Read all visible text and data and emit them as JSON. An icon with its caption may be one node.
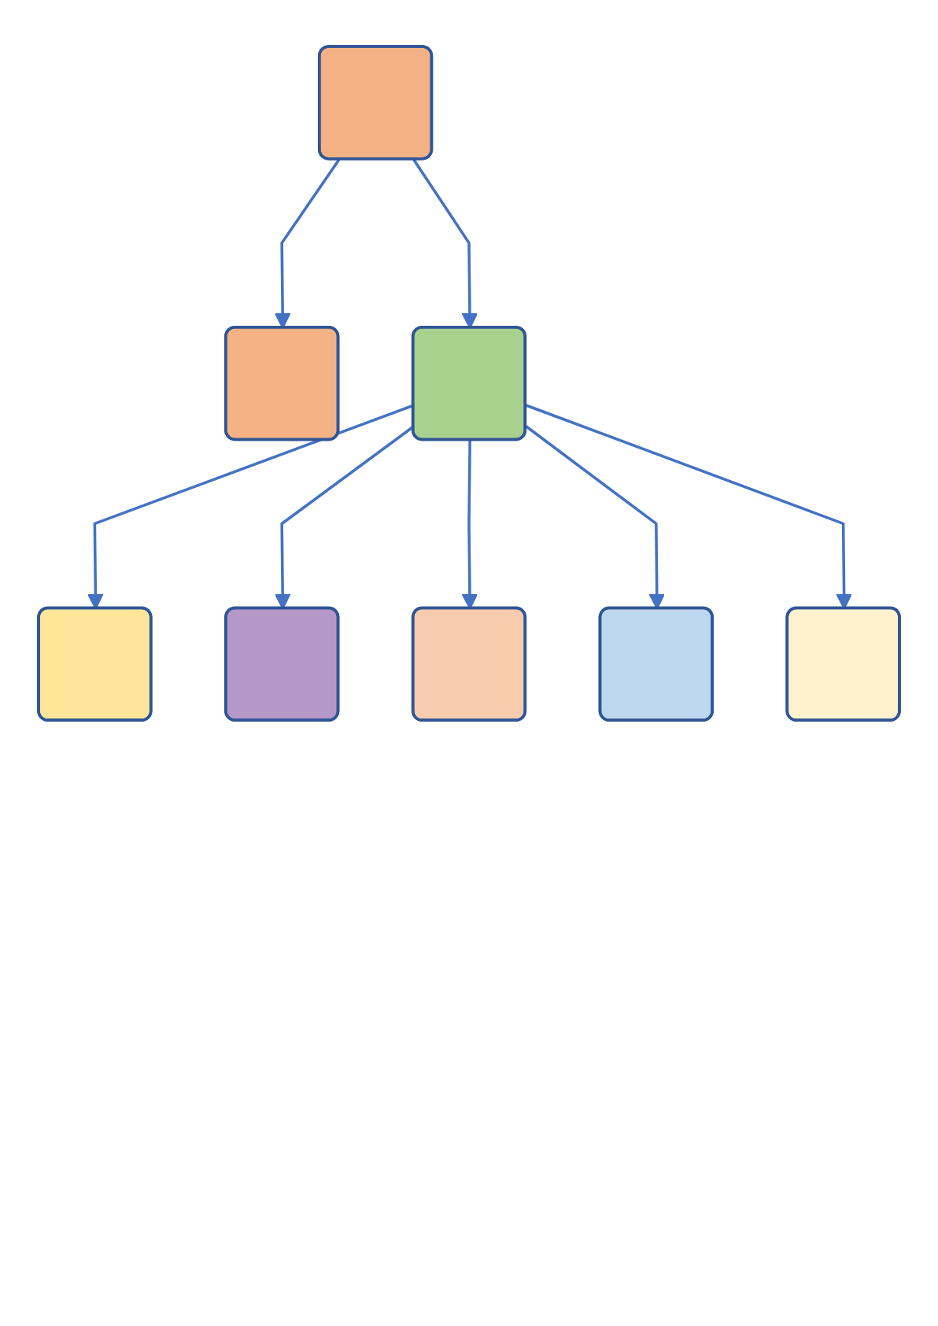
{
  "diagram": {
    "nodes": [
      {
        "text": [],
        "shape": "box"
      },
      {
        "text": [],
        "shape": "box"
      },
      {
        "text": [],
        "shape": "box"
      },
      {
        "text": [],
        "shape": "box"
      },
      {
        "text": [],
        "shape": "box"
      },
      {
        "text": [],
        "shape": "box"
      },
      {
        "text": [],
        "shape": "box"
      },
      {
        "text": [],
        "shape": "box"
      }
    ],
    "edges": [
      {
        "from": 0,
        "to": 1,
        "arrow": "to"
      },
      {
        "from": 0,
        "to": 2,
        "arrow": "to"
      },
      {
        "from": 2,
        "to": 3,
        "arrow": "to"
      },
      {
        "from": 2,
        "to": 4,
        "arrow": "to"
      },
      {
        "from": 2,
        "to": 5,
        "arrow": "to"
      },
      {
        "from": 2,
        "to": 6,
        "arrow": "to"
      },
      {
        "from": 2,
        "to": 7,
        "arrow": "to"
      }
    ]
  }
}
